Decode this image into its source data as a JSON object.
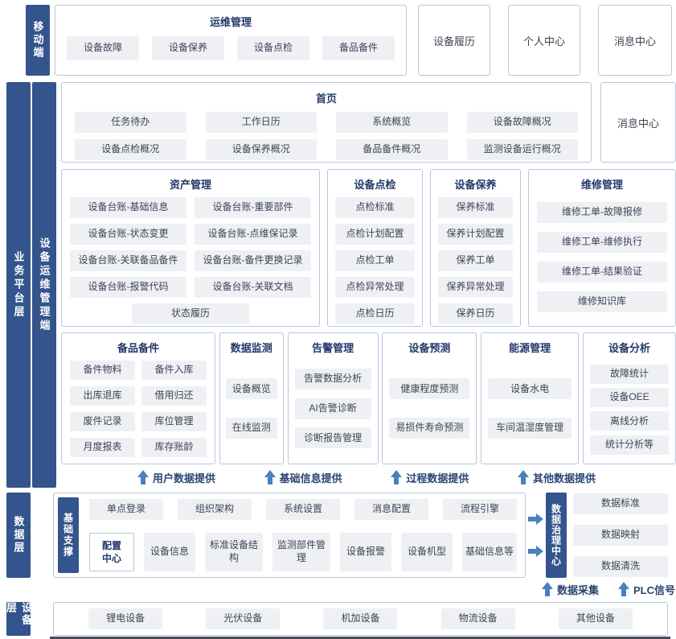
{
  "colors": {
    "layer_label_bg": "#33548c",
    "panel_border": "#b7c6dc",
    "item_bg": "#eef0f4",
    "item_text": "#3d4452",
    "title_text": "#22396a",
    "arrow": "#4b7fbd"
  },
  "mobile": {
    "layer_label": "移动端",
    "panel_title": "运维管理",
    "items": [
      "设备故障",
      "设备保养",
      "设备点检",
      "备品备件"
    ],
    "standalone": [
      "设备履历",
      "个人中心",
      "消息中心"
    ]
  },
  "business": {
    "layer_label": "业务平台层",
    "sublayer_label": "设备运维管理端",
    "home": {
      "title": "首页",
      "items": [
        "任务待办",
        "工作日历",
        "系统概览",
        "设备故障概况",
        "设备点检概况",
        "设备保养概况",
        "备品备件概况",
        "监测设备运行概况"
      ],
      "standalone": "消息中心"
    },
    "asset": {
      "title": "资产管理",
      "items": [
        "设备台账-基础信息",
        "设备台账-重要部件",
        "设备台账-状态变更",
        "设备台账-点维保记录",
        "设备台账-关联备品备件",
        "设备台账-备件更换记录",
        "设备台账-报警代码",
        "设备台账-关联文档",
        "状态履历"
      ]
    },
    "inspection": {
      "title": "设备点检",
      "items": [
        "点检标准",
        "点检计划配置",
        "点检工单",
        "点检异常处理",
        "点检日历"
      ]
    },
    "maintenance": {
      "title": "设备保养",
      "items": [
        "保养标准",
        "保养计划配置",
        "保养工单",
        "保养异常处理",
        "保养日历"
      ]
    },
    "repair": {
      "title": "维修管理",
      "items": [
        "维修工单-故障报修",
        "维修工单-维修执行",
        "维修工单-结果验证",
        "维修知识库"
      ]
    },
    "spare": {
      "title": "备品备件",
      "items": [
        "备件物料",
        "备件入库",
        "出库退库",
        "借用归还",
        "废件记录",
        "库位管理",
        "月度报表",
        "库存账龄"
      ]
    },
    "monitor": {
      "title": "数据监测",
      "items": [
        "设备概览",
        "在线监测"
      ]
    },
    "alarm": {
      "title": "告警管理",
      "items": [
        "告警数据分析",
        "AI告警诊断",
        "诊断报告管理"
      ]
    },
    "predict": {
      "title": "设备预测",
      "items": [
        "健康程度预测",
        "易损件寿命预测"
      ]
    },
    "energy": {
      "title": "能源管理",
      "items": [
        "设备水电",
        "车间温湿度管理"
      ]
    },
    "analysis": {
      "title": "设备分析",
      "items": [
        "故障统计",
        "设备OEE",
        "离线分析",
        "统计分析等"
      ]
    },
    "flows": [
      "用户数据提供",
      "基础信息提供",
      "过程数据提供",
      "其他数据提供"
    ]
  },
  "data_layer": {
    "layer_label": "数据层",
    "support_label": "基础支撑",
    "top_items": [
      "单点登录",
      "组织架构",
      "系统设置",
      "消息配置",
      "流程引擎"
    ],
    "config_label": "配置中心",
    "bottom_items": [
      "设备信息",
      "标准设备结构",
      "监测部件管理",
      "设备报警",
      "设备机型",
      "基础信息等"
    ],
    "governance": {
      "label": "数据治理中心",
      "items": [
        "数据标准",
        "数据映射",
        "数据清洗"
      ]
    },
    "flows": [
      "数据采集",
      "PLC信号"
    ]
  },
  "device_layer": {
    "layer_label": "设备层",
    "items": [
      "锂电设备",
      "光伏设备",
      "机加设备",
      "物流设备",
      "其他设备"
    ]
  }
}
